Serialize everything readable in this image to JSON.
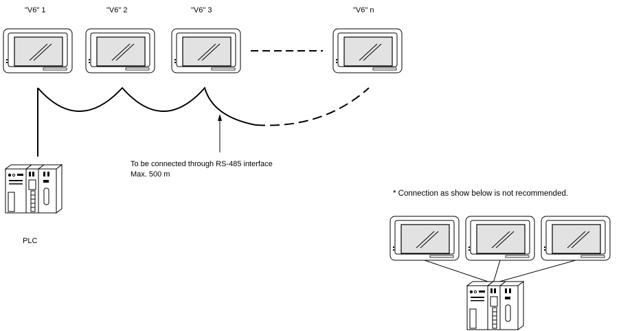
{
  "terminals": [
    {
      "label": "\"V6\" 1"
    },
    {
      "label": "\"V6\" 2"
    },
    {
      "label": "\"V6\" 3"
    },
    {
      "label": "\"V6\" n"
    }
  ],
  "plc": {
    "label": "PLC"
  },
  "annotation": {
    "line1": "To be connected through RS-485 interface",
    "line2": "Max. 500 m"
  },
  "note": {
    "text": "* Connection as show below is not recommended."
  }
}
